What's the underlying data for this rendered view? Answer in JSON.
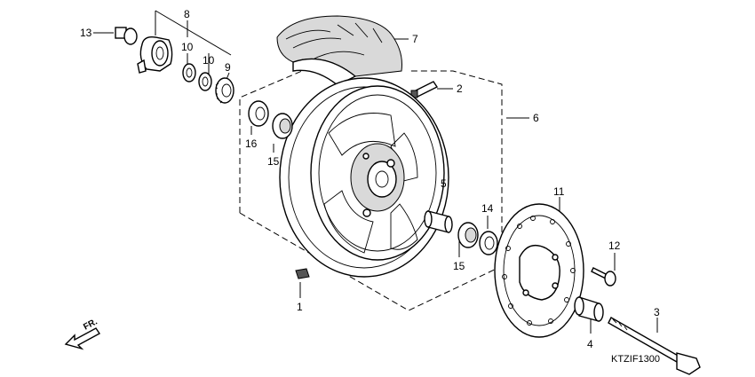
{
  "callouts": {
    "c1": "1",
    "c2": "2",
    "c3": "3",
    "c4": "4",
    "c5": "5",
    "c6": "6",
    "c7": "7",
    "c8": "8",
    "c9": "9",
    "c10a": "10",
    "c10b": "10",
    "c11": "11",
    "c12": "12",
    "c13": "13",
    "c14": "14",
    "c15a": "15",
    "c15b": "15",
    "c16": "16"
  },
  "direction_label": "FR.",
  "diagram_code": "KTZIF1300"
}
